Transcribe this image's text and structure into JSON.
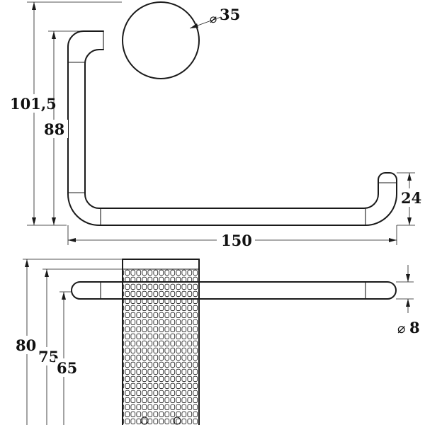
{
  "drawing": {
    "dimensions": {
      "overall_height": "101,5",
      "bar_height": "88",
      "rosette_diameter": "35",
      "diameter_symbol": "⌀",
      "hook_height": "24",
      "width": "150",
      "projection_80": "80",
      "projection_75": "75",
      "projection_65": "65",
      "bar_diameter": "8"
    }
  }
}
